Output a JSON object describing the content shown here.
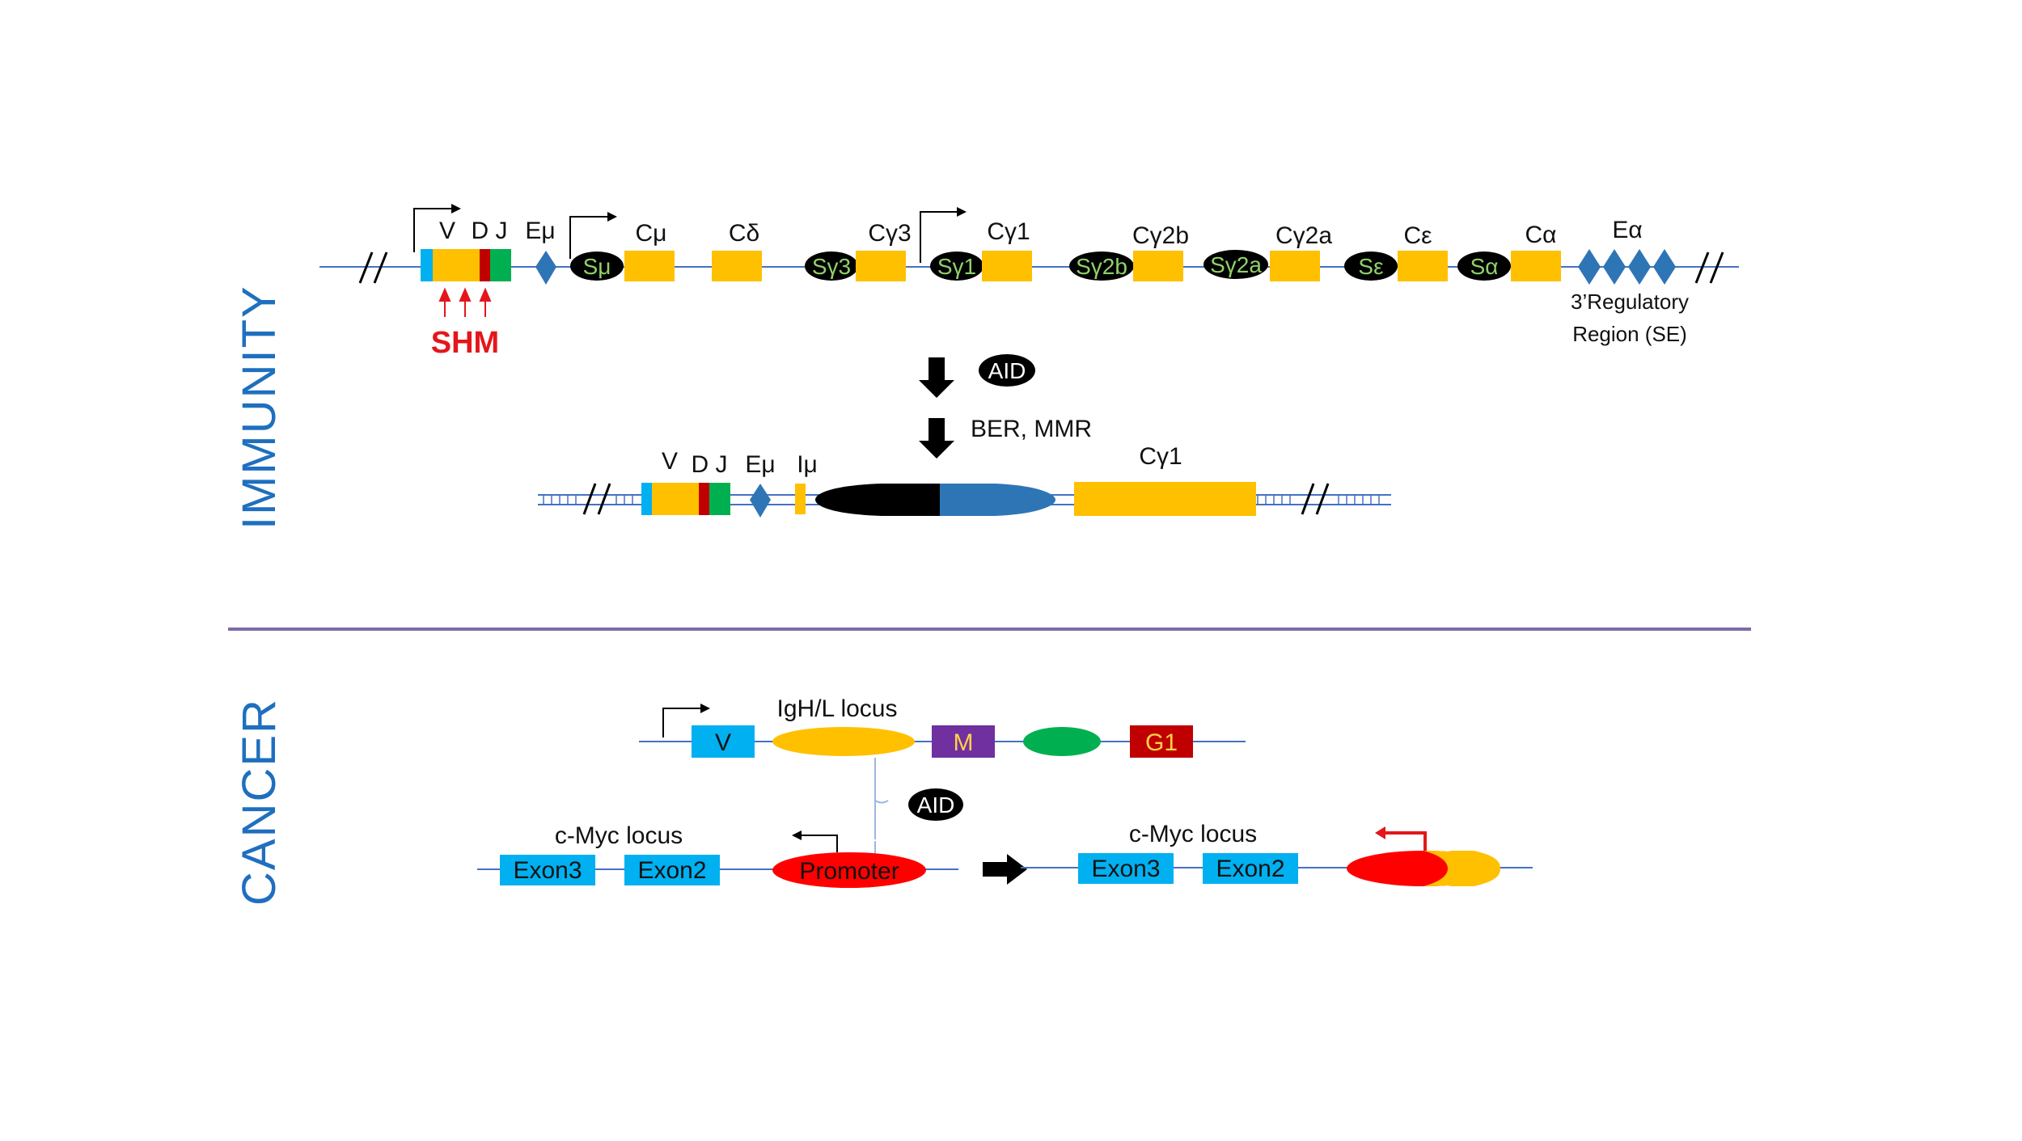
{
  "sections": {
    "immunity": "IMMUNITY",
    "cancer": "CANCER"
  },
  "colors": {
    "line": "#4472c4",
    "gene_yellow": "#ffc000",
    "switch_black": "#000000",
    "switch_text": "#8fd16a",
    "enhancer_blue": "#2e75b6",
    "v_blue": "#00b0f0",
    "d_red": "#c00000",
    "j_green": "#00b050",
    "shm_red": "#e3171b",
    "divider": "#7f6aa8",
    "section_blue": "#1f6fbf",
    "m_purple": "#7030a0",
    "g1_red": "#c00000",
    "promoter_red": "#ff0000"
  },
  "germline": {
    "gene_labels": [
      "V",
      "D J",
      "Eμ",
      "Cμ",
      "Cδ",
      "Cγ3",
      "Cγ1",
      "Cγ2b",
      "Cγ2a",
      "Cε",
      "Cα",
      "Eα"
    ],
    "switch_regions": [
      "Sμ",
      "Sγ3",
      "Sγ1",
      "Sγ2b",
      "Sγ2a",
      "Sε",
      "Sα"
    ],
    "shm_label": "SHM",
    "regulatory_line1": "3’Regulatory",
    "regulatory_line2": "Region (SE)"
  },
  "process": {
    "aid_label": "AID",
    "repair_label": "BER, MMR"
  },
  "recombined": {
    "labels": [
      "V",
      "D J",
      "Eμ",
      "Iμ",
      "Cγ1"
    ]
  },
  "cancer": {
    "igh_locus_label": "IgH/L locus",
    "v_box": "V",
    "m_box": "M",
    "g1_box": "G1",
    "aid_label": "AID",
    "myc_locus_label": "c-Myc locus",
    "exon3": "Exon3",
    "exon2": "Exon2",
    "promoter": "Promoter",
    "myc_locus_label_after": "c-Myc locus",
    "exon3_after": "Exon3",
    "exon2_after": "Exon2"
  }
}
